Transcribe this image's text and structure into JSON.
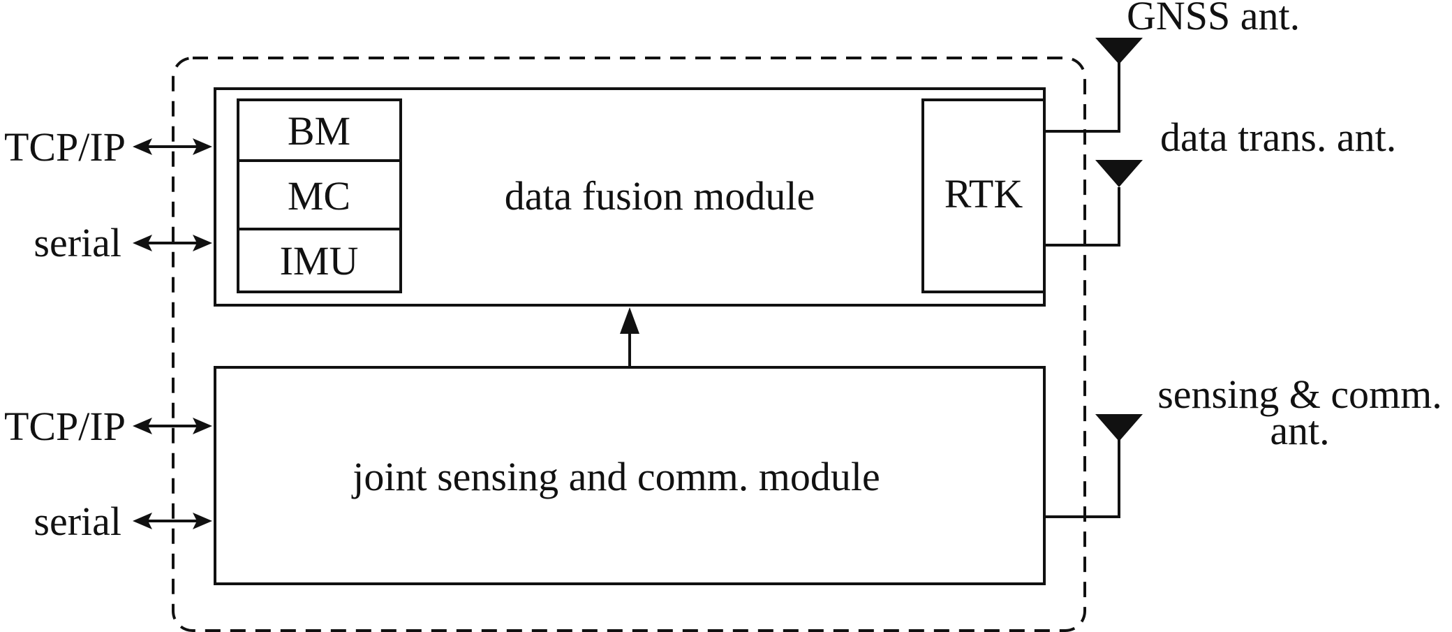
{
  "diagram": {
    "data_fusion_module": {
      "label": "data fusion module",
      "submodules": [
        "BM",
        "MC",
        "IMU"
      ],
      "rtk": "RTK"
    },
    "joint_module": {
      "label": "joint sensing and comm. module"
    },
    "interfaces": {
      "top_tcp": "TCP/IP",
      "top_serial": "serial",
      "bottom_tcp": "TCP/IP",
      "bottom_serial": "serial"
    },
    "antennas": {
      "gnss": "GNSS ant.",
      "data_trans": "data trans. ant.",
      "sensing_comm_line1": "sensing & comm.",
      "sensing_comm_line2": "ant."
    },
    "colors": {
      "line": "#111111",
      "background": "#ffffff"
    }
  }
}
